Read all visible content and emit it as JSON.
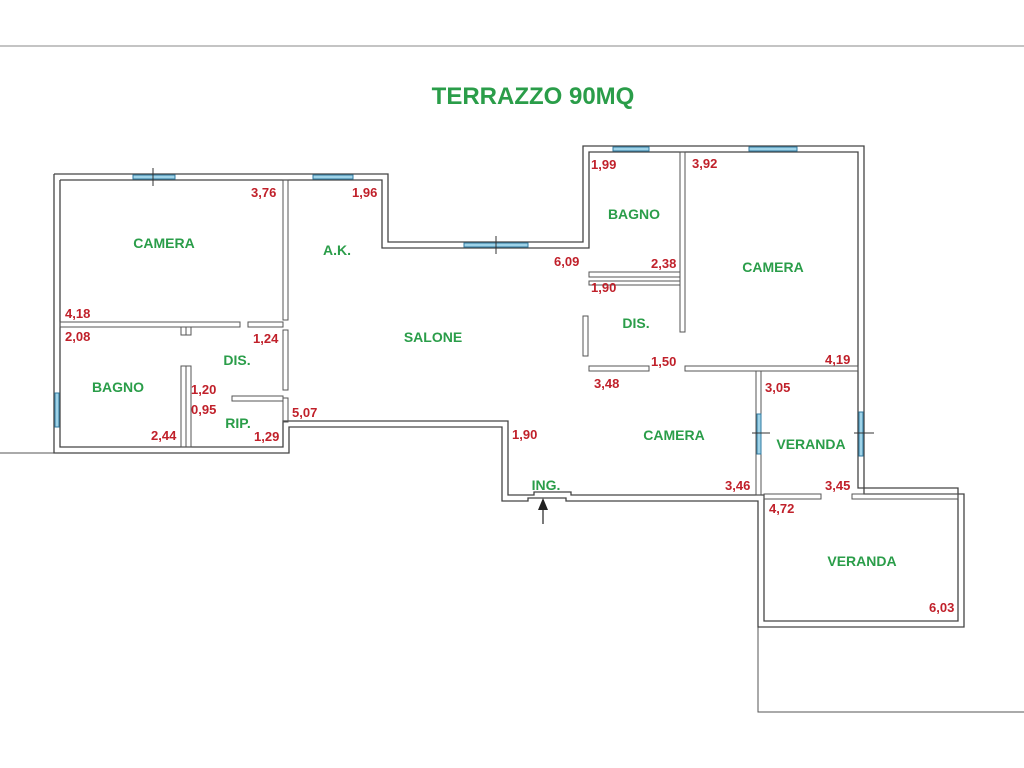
{
  "title": "TERRAZZO 90MQ",
  "colors": {
    "room_label": "#2a9d49",
    "dimension": "#c0202a",
    "wall": "#444444",
    "window": "#9fd3e8"
  },
  "rooms": {
    "camera_left": "CAMERA",
    "ak": "A.K.",
    "salone": "SALONE",
    "bagno_left": "BAGNO",
    "dis_left": "DIS.",
    "rip": "RIP.",
    "bagno_right": "BAGNO",
    "camera_right_top": "CAMERA",
    "dis_right": "DIS.",
    "camera_right_bottom": "CAMERA",
    "veranda_small": "VERANDA",
    "veranda_large": "VERANDA",
    "ing": "ING."
  },
  "dimensions": {
    "d_376": "3,76",
    "d_196": "1,96",
    "d_418": "4,18",
    "d_208": "2,08",
    "d_124": "1,24",
    "d_120": "1,20",
    "d_095": "0,95",
    "d_244": "2,44",
    "d_129": "1,29",
    "d_507": "5,07",
    "d_190_ing": "1,90",
    "d_609": "6,09",
    "d_199": "1,99",
    "d_238": "2,38",
    "d_392": "3,92",
    "d_190_dis": "1,90",
    "d_150": "1,50",
    "d_419": "4,19",
    "d_348": "3,48",
    "d_346": "3,46",
    "d_305": "3,05",
    "d_345": "3,45",
    "d_472": "4,72",
    "d_603": "6,03"
  }
}
